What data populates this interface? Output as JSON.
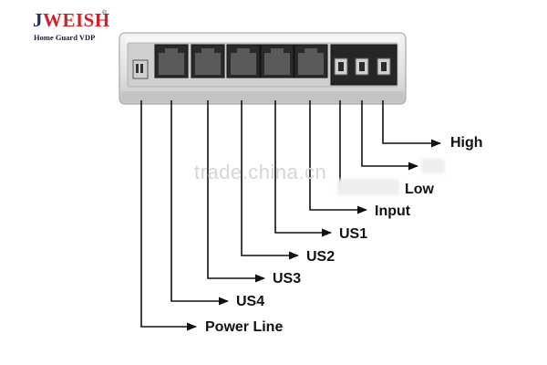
{
  "logo": {
    "brand_first": "J",
    "brand_rest": "WEISH",
    "reg_mark": "®",
    "tagline": "Home Guard VDP"
  },
  "watermark": "trade.china.cn",
  "labels": {
    "high": "High",
    "low": "Low",
    "input": "Input",
    "us1": "US1",
    "us2": "US2",
    "us3": "US3",
    "us4": "US4",
    "power_line": "Power Line"
  },
  "colors": {
    "line": "#111111",
    "body": "#e8e8e8",
    "panel": "#d0d0d0",
    "jack": "#2b2b2b",
    "brand_blue": "#1a2b8c",
    "brand_red": "#d4202a"
  }
}
